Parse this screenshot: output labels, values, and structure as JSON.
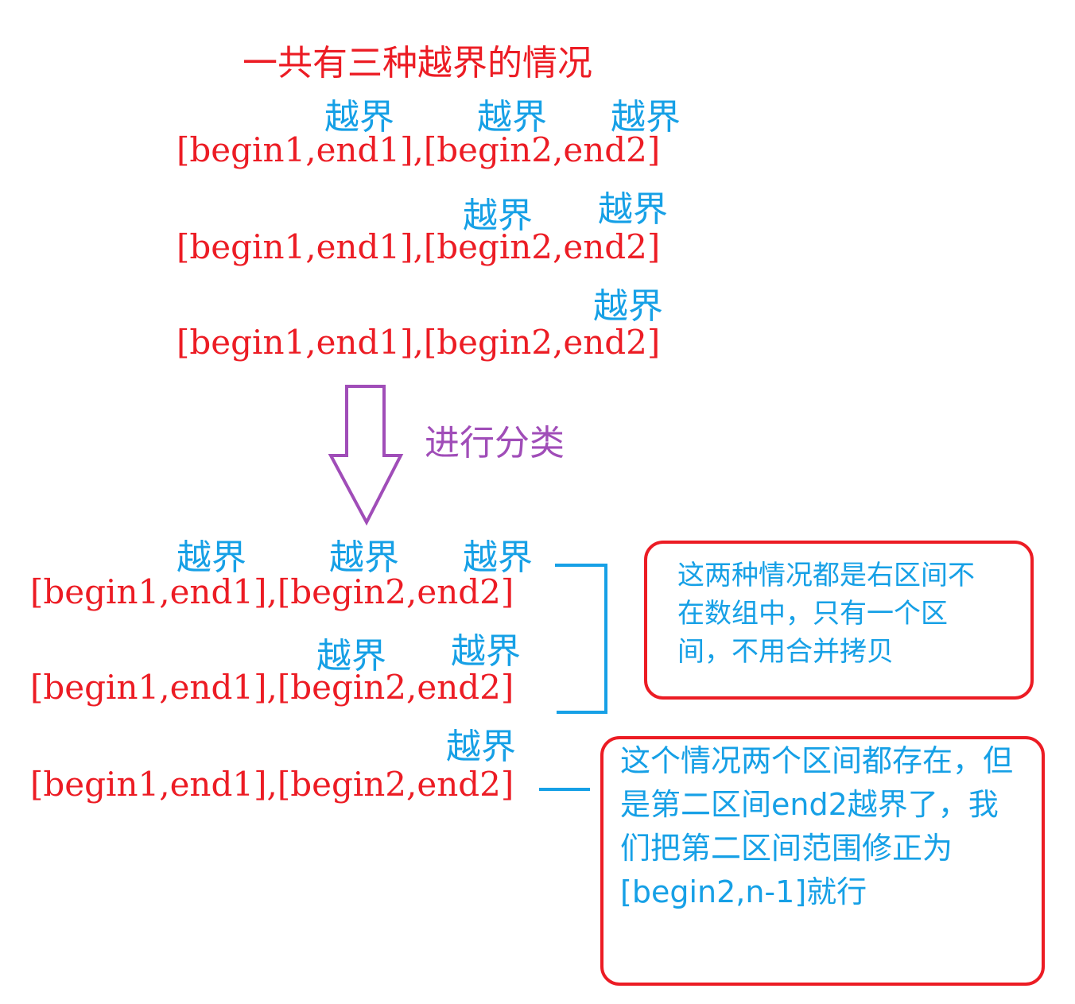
{
  "title": "一共有三种越界的情况",
  "out_of_bounds_label": "越界",
  "interval_text": "[begin1,end1],[begin2,end2]",
  "arrow_label": "进行分类",
  "note_right_interval_missing": "这两种情况都是右区间不在数组中，只有一个区间，不用合并拷贝",
  "note_end2_out_of_bounds": "这个情况两个区间都存在，但是第二区间end2越界了，我们把第二区间范围修正为[begin2,n-1]就行",
  "colors": {
    "interval_text": "#ec1c24",
    "out_of_bounds_label": "#16a0e6",
    "arrow": "#a04db8",
    "bracket_lines": "#16a0e6",
    "note_box_border": "#ec1c24"
  }
}
